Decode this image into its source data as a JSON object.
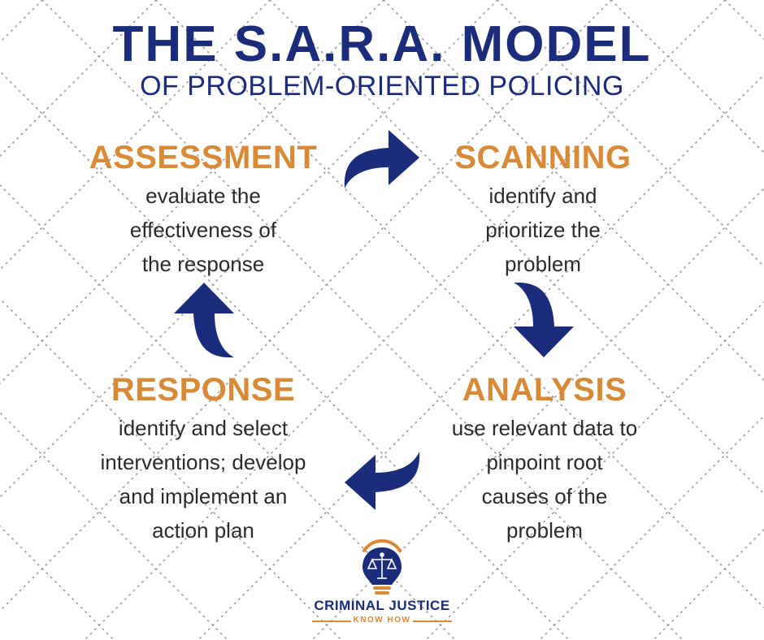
{
  "title": {
    "main": "THE S.A.R.A. MODEL",
    "sub": "OF PROBLEM-ORIENTED POLICING"
  },
  "stages": {
    "assessment": {
      "title": "ASSESSMENT",
      "lines": [
        "evaluate the",
        "effectiveness of",
        "the response"
      ]
    },
    "scanning": {
      "title": "SCANNING",
      "lines": [
        "identify and",
        "prioritize the",
        "problem"
      ]
    },
    "analysis": {
      "title": "ANALYSIS",
      "lines": [
        "use relevant data to",
        "pinpoint root",
        "causes of the",
        "problem"
      ]
    },
    "response": {
      "title": "RESPONSE",
      "lines": [
        "identify and select",
        "interventions; develop",
        "and implement an",
        "action plan"
      ]
    }
  },
  "logo": {
    "name": "CRIMINAL JUSTICE",
    "tagline": "KNOW HOW"
  },
  "colors": {
    "navy": "#1b2c7a",
    "orange": "#d98a37",
    "text": "#2b2b2b",
    "dots": "#9a9a9a"
  },
  "icons": [
    "scales-of-justice-icon",
    "lightbulb-icon"
  ]
}
